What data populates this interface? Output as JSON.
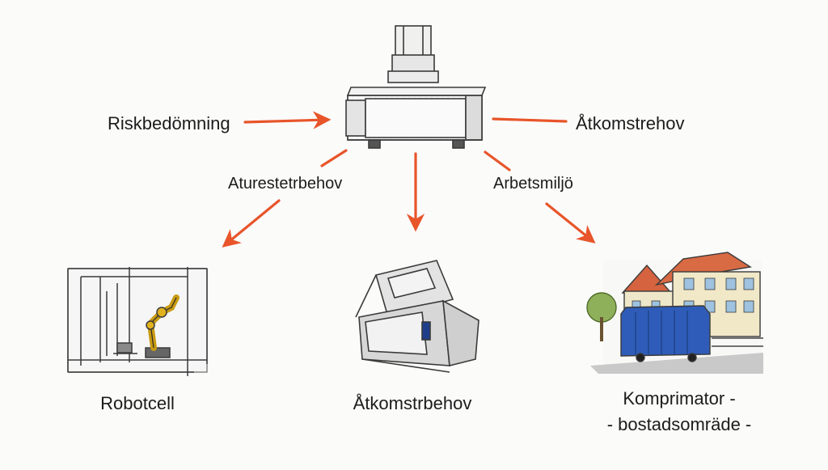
{
  "colors": {
    "arrow": "#e8552a",
    "ink": "#3a3a3a",
    "paper": "#fbfbfa"
  },
  "labels": {
    "risk": "Riskbedömning",
    "access_right": "Åtkomstrehov",
    "left_branch": "Aturestetrbehov",
    "right_branch": "Arbetsmiljö"
  },
  "captions": {
    "left": "Robotcell",
    "center": "Åtkomstrbehov",
    "right_line1": "Komprimator -",
    "right_line2": "- bostadsomräde -"
  },
  "icons": {
    "top": "industrial-machine-icon",
    "left": "robot-cell-icon",
    "center": "open-container-icon",
    "right": "blue-compactor-street-icon"
  }
}
